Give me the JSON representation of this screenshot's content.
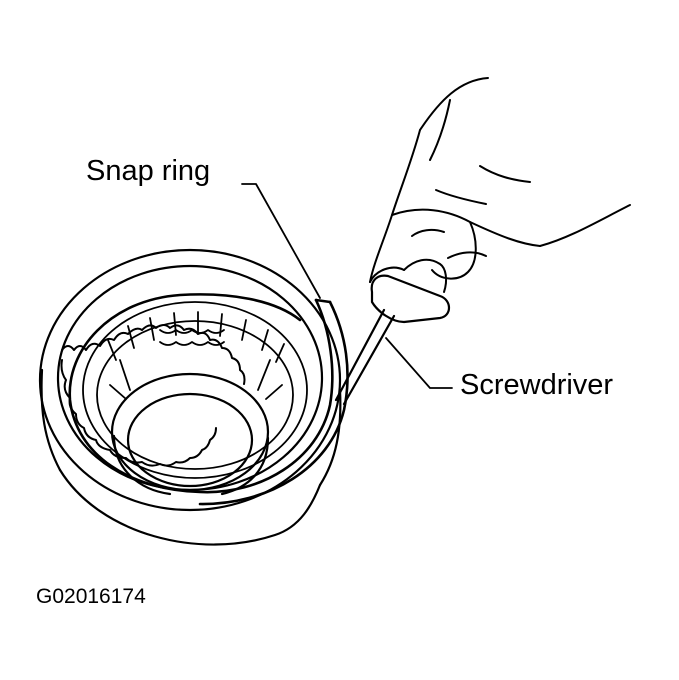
{
  "labels": {
    "snap_ring": "Snap ring",
    "screwdriver": "Screwdriver",
    "figure_id": "G02016174"
  },
  "colors": {
    "ink": "#000000",
    "paper": "#ffffff"
  }
}
